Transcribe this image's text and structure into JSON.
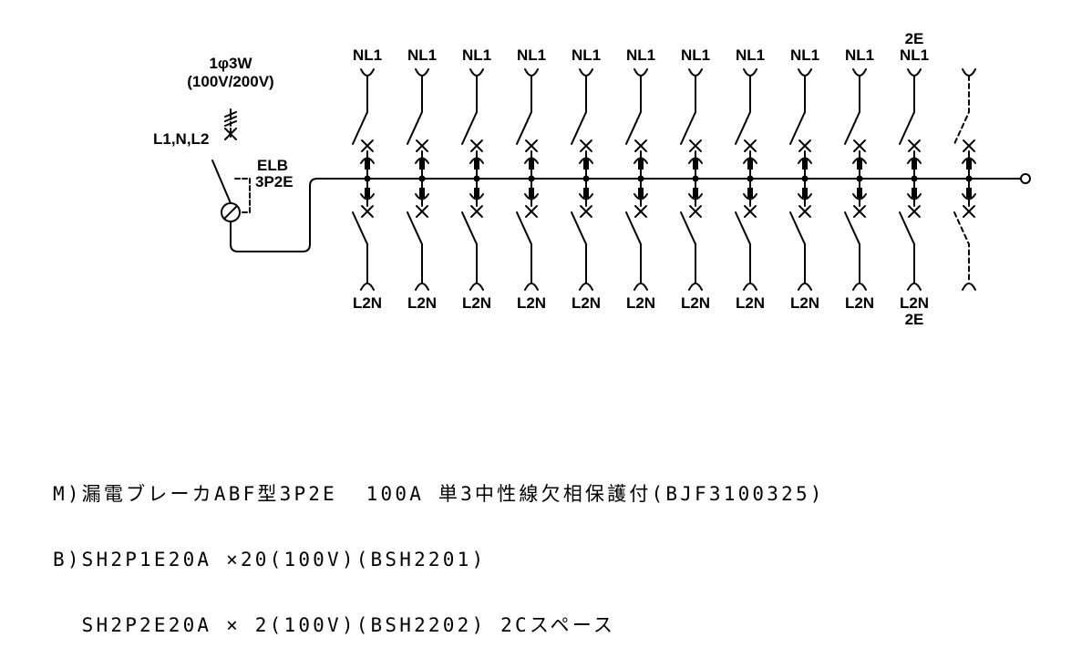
{
  "supply": {
    "system": "1φ3W",
    "voltage": "(100V/200V)",
    "phases": "L1,N,L2"
  },
  "main_breaker": {
    "type": "ELB",
    "poles": "3P2E"
  },
  "branches": [
    {
      "top": "NL1",
      "bottom": "L2N",
      "top_extra": "",
      "bottom_extra": "",
      "spare": false
    },
    {
      "top": "NL1",
      "bottom": "L2N",
      "top_extra": "",
      "bottom_extra": "",
      "spare": false
    },
    {
      "top": "NL1",
      "bottom": "L2N",
      "top_extra": "",
      "bottom_extra": "",
      "spare": false
    },
    {
      "top": "NL1",
      "bottom": "L2N",
      "top_extra": "",
      "bottom_extra": "",
      "spare": false
    },
    {
      "top": "NL1",
      "bottom": "L2N",
      "top_extra": "",
      "bottom_extra": "",
      "spare": false
    },
    {
      "top": "NL1",
      "bottom": "L2N",
      "top_extra": "",
      "bottom_extra": "",
      "spare": false
    },
    {
      "top": "NL1",
      "bottom": "L2N",
      "top_extra": "",
      "bottom_extra": "",
      "spare": false
    },
    {
      "top": "NL1",
      "bottom": "L2N",
      "top_extra": "",
      "bottom_extra": "",
      "spare": false
    },
    {
      "top": "NL1",
      "bottom": "L2N",
      "top_extra": "",
      "bottom_extra": "",
      "spare": false
    },
    {
      "top": "NL1",
      "bottom": "L2N",
      "top_extra": "",
      "bottom_extra": "",
      "spare": false
    },
    {
      "top": "NL1",
      "bottom": "L2N",
      "top_extra": "2E",
      "bottom_extra": "2E",
      "spare": false
    },
    {
      "top": "",
      "bottom": "",
      "top_extra": "",
      "bottom_extra": "",
      "spare": true
    }
  ],
  "notes": [
    "M)漏電ブレーカABF型3P2E  100A 単3中性線欠相保護付(BJF3100325)",
    "B)SH2P1E20A ×20(100V)(BSH2201)",
    "  SH2P2E20A × 2(100V)(BSH2202) 2Cスペース"
  ]
}
